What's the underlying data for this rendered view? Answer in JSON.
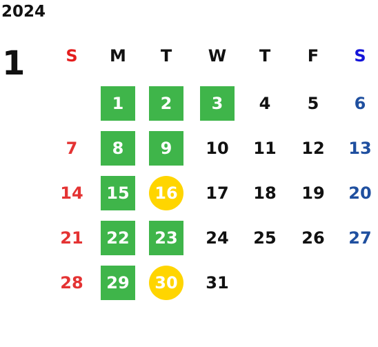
{
  "calendar": {
    "year": "2024",
    "month": "1",
    "weekdays": [
      {
        "label": "S",
        "kind": "sun"
      },
      {
        "label": "M",
        "kind": "mon"
      },
      {
        "label": "T",
        "kind": "tue"
      },
      {
        "label": "W",
        "kind": "wed"
      },
      {
        "label": "T",
        "kind": "thu"
      },
      {
        "label": "F",
        "kind": "fri"
      },
      {
        "label": "S",
        "kind": "sat"
      }
    ],
    "days": [
      {
        "label": "1",
        "weekday": 1,
        "week": 0,
        "style": "green"
      },
      {
        "label": "2",
        "weekday": 2,
        "week": 0,
        "style": "green"
      },
      {
        "label": "3",
        "weekday": 3,
        "week": 0,
        "style": "green"
      },
      {
        "label": "4",
        "weekday": 4,
        "week": 0,
        "style": "normal"
      },
      {
        "label": "5",
        "weekday": 5,
        "week": 0,
        "style": "normal"
      },
      {
        "label": "6",
        "weekday": 6,
        "week": 0,
        "style": "saturday"
      },
      {
        "label": "7",
        "weekday": 0,
        "week": 1,
        "style": "sunday"
      },
      {
        "label": "8",
        "weekday": 1,
        "week": 1,
        "style": "green"
      },
      {
        "label": "9",
        "weekday": 2,
        "week": 1,
        "style": "green"
      },
      {
        "label": "10",
        "weekday": 3,
        "week": 1,
        "style": "normal"
      },
      {
        "label": "11",
        "weekday": 4,
        "week": 1,
        "style": "normal"
      },
      {
        "label": "12",
        "weekday": 5,
        "week": 1,
        "style": "normal"
      },
      {
        "label": "13",
        "weekday": 6,
        "week": 1,
        "style": "saturday"
      },
      {
        "label": "14",
        "weekday": 0,
        "week": 2,
        "style": "sunday"
      },
      {
        "label": "15",
        "weekday": 1,
        "week": 2,
        "style": "green"
      },
      {
        "label": "16",
        "weekday": 2,
        "week": 2,
        "style": "yellow-circle"
      },
      {
        "label": "17",
        "weekday": 3,
        "week": 2,
        "style": "normal"
      },
      {
        "label": "18",
        "weekday": 4,
        "week": 2,
        "style": "normal"
      },
      {
        "label": "19",
        "weekday": 5,
        "week": 2,
        "style": "normal"
      },
      {
        "label": "20",
        "weekday": 6,
        "week": 2,
        "style": "saturday"
      },
      {
        "label": "21",
        "weekday": 0,
        "week": 3,
        "style": "sunday"
      },
      {
        "label": "22",
        "weekday": 1,
        "week": 3,
        "style": "green"
      },
      {
        "label": "23",
        "weekday": 2,
        "week": 3,
        "style": "green"
      },
      {
        "label": "24",
        "weekday": 3,
        "week": 3,
        "style": "normal"
      },
      {
        "label": "25",
        "weekday": 4,
        "week": 3,
        "style": "normal"
      },
      {
        "label": "26",
        "weekday": 5,
        "week": 3,
        "style": "normal"
      },
      {
        "label": "27",
        "weekday": 6,
        "week": 3,
        "style": "saturday"
      },
      {
        "label": "28",
        "weekday": 0,
        "week": 4,
        "style": "sunday"
      },
      {
        "label": "29",
        "weekday": 1,
        "week": 4,
        "style": "green"
      },
      {
        "label": "30",
        "weekday": 2,
        "week": 4,
        "style": "yellow-circle"
      },
      {
        "label": "31",
        "weekday": 3,
        "week": 4,
        "style": "normal"
      }
    ],
    "colors": {
      "green": "#3fb54a",
      "yellow": "#ffd500",
      "sunday": "#e43333",
      "saturday": "#1f4f9f",
      "text": "#111111"
    }
  }
}
